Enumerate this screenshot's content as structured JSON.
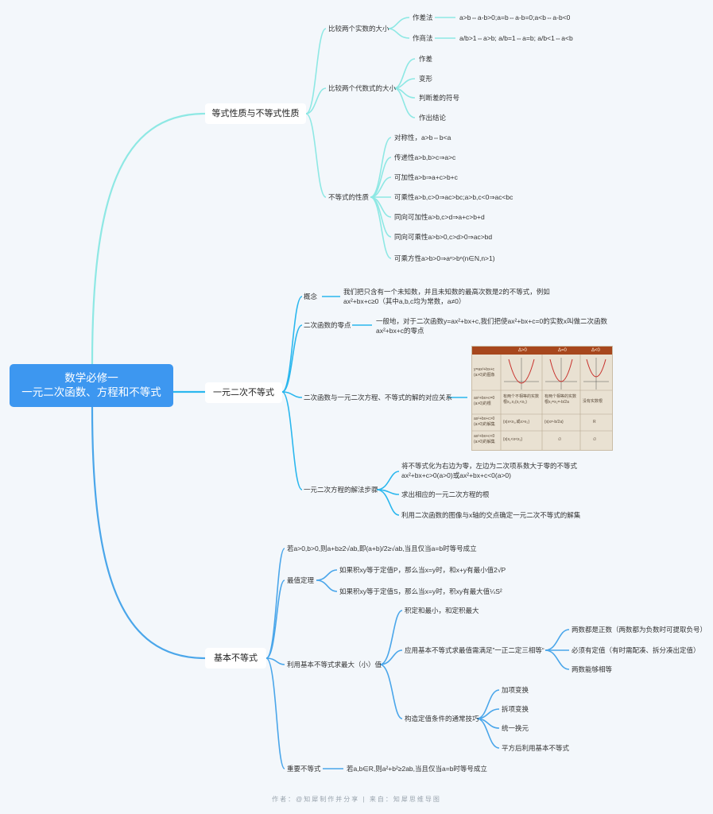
{
  "root": {
    "line1": "数学必修一",
    "line2": "一元二次函数、方程和不等式"
  },
  "b1": {
    "label": "等式性质与不等式性质",
    "compare_real": "比较两个实数的大小",
    "diff_method": "作差法",
    "diff_text": "a>b⇔a-b>0;a=b⇔a-b=0;a<b⇔a-b<0",
    "quot_method": "作商法",
    "quot_text": "a/b>1⇔a>b; a/b=1⇔a=b; a/b<1⇔a<b",
    "compare_alg": "比较两个代数式的大小",
    "steps": [
      "作差",
      "变形",
      "判断差的符号",
      "作出结论"
    ],
    "ineq_props": "不等式的性质",
    "props": [
      "对称性，a>b⇔b<a",
      "传递性a>b,b>c⇒a>c",
      "可加性a>b⇒a+c>b+c",
      "可乘性a>b,c>0⇒ac>bc;a>b,c<0⇒ac<bc",
      "同向可加性a>b,c>d⇒a+c>b+d",
      "同向可乘性a>b>0,c>d>0⇒ac>bd",
      "可乘方性a>b>0⇒aⁿ>bⁿ(n∈N,n>1)"
    ]
  },
  "b2": {
    "label": "一元二次不等式",
    "concept": "概念",
    "concept_text": "我们把只含有一个未知数，并且未知数的最高次数是2的不等式，例如ax²+bx+c≥0（其中a,b,c均为常数，a≠0）",
    "zero": "二次函数的零点",
    "zero_text": "一般地，对于二次函数y=ax²+bx+c,我们把使ax²+bx+c=0的实数x叫做二次函数ax²+bx+c的零点",
    "relation": "二次函数与一元二次方程、不等式的解的对应关系",
    "table": {
      "headers": [
        "Δ>0",
        "Δ=0",
        "Δ<0"
      ],
      "rows": [
        "y=ax²+bx+c (a>0)的图象",
        "ax²+bx+c=0 (a>0)的根",
        "ax²+bx+c>0 (a>0)的解集",
        "ax²+bx+c<0 (a>0)的解集"
      ],
      "roots": [
        "有两个不相等的实数根x₁,x₂(x₁<x₂)",
        "有两个相等的实数根x₁=x₂=-b/2a",
        "没有实数根"
      ],
      "gt": [
        "{x|x<x₁,或x>x₂}",
        "{x|x≠-b/2a}",
        "R"
      ],
      "lt": [
        "{x|x₁<x<x₂}",
        "∅",
        "∅"
      ]
    },
    "solve": "一元二次方程的解法步骤",
    "solve_steps": [
      "将不等式化为右边为零，左边为二次项系数大于零的不等式ax²+bx+c>0(a>0)或ax²+bx+c<0(a>0)",
      "求出相应的一元二次方程的根",
      "利用二次函数的图像与x轴的交点确定一元二次不等式的解集"
    ]
  },
  "b3": {
    "label": "基本不等式",
    "basic": "若a>0,b>0,则a+b≥2√ab,即(a+b)/2≥√ab,当且仅当a=b时等号成立",
    "extreme": "最值定理",
    "ext1": "如果积xy等于定值P，那么当x=y时，和x+y有最小值2√P",
    "ext2": "如果积xy等于定值S，那么当x=y时，积xy有最大值¼S²",
    "use": "利用基本不等式求最大（小）值",
    "use1": "积定和最小，和定积最大",
    "use2": "应用基本不等式求最值需满足”一正二定三相等“",
    "cond": [
      "两数都是正数（两数都为负数时可提取负号）",
      "必须有定值（有时需配凑、拆分凑出定值）",
      "两数能够相等"
    ],
    "use3": "构造定值条件的通常技巧",
    "tricks": [
      "加项变换",
      "拆项变换",
      "统一换元",
      "平方后利用基本不等式"
    ],
    "important": "重要不等式",
    "important_text": "若a,b∈R,则a²+b²≥2ab,当且仅当a=b时等号成立"
  },
  "footer": "作者：@知犀制作并分享 | 来自：知犀思维导图",
  "colors": {
    "root": "#3d97f0",
    "branch1": "#8ee8e4",
    "branch2": "#2bb7ee",
    "branch3": "#4aa6ea"
  }
}
